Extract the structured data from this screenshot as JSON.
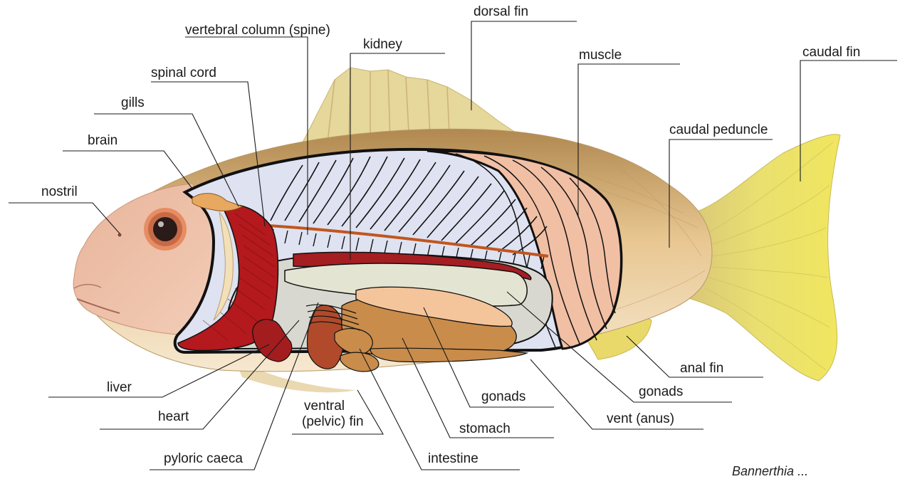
{
  "labels": {
    "dorsal_fin": "dorsal fin",
    "vertebral_column": "vertebral column (spine)",
    "kidney": "kidney",
    "muscle": "muscle",
    "caudal_fin": "caudal fin",
    "spinal_cord": "spinal cord",
    "gills": "gills",
    "brain": "brain",
    "caudal_peduncle": "caudal peduncle",
    "nostril": "nostril",
    "anal_fin": "anal fin",
    "gonads_right": "gonads",
    "liver": "liver",
    "gonads_center": "gonads",
    "heart": "heart",
    "ventral_fin_line1": "ventral",
    "ventral_fin_line2": "(pelvic) fin",
    "vent": "vent (anus)",
    "stomach": "stomach",
    "pyloric_caeca": "pyloric caeca",
    "intestine": "intestine"
  },
  "credit": "Bannerthia ...",
  "colors": {
    "body": "#e9c88a",
    "fin_yellow": "#e8df6a",
    "cavity": "#dfe3f3",
    "muscle": "#f2c0a4",
    "gills": "#b3191d",
    "liver": "#a31d1f",
    "stomach": "#c98c4b",
    "gonads": "#f4c59a",
    "spinal_cord": "#c0561f",
    "outline": "#111111"
  }
}
